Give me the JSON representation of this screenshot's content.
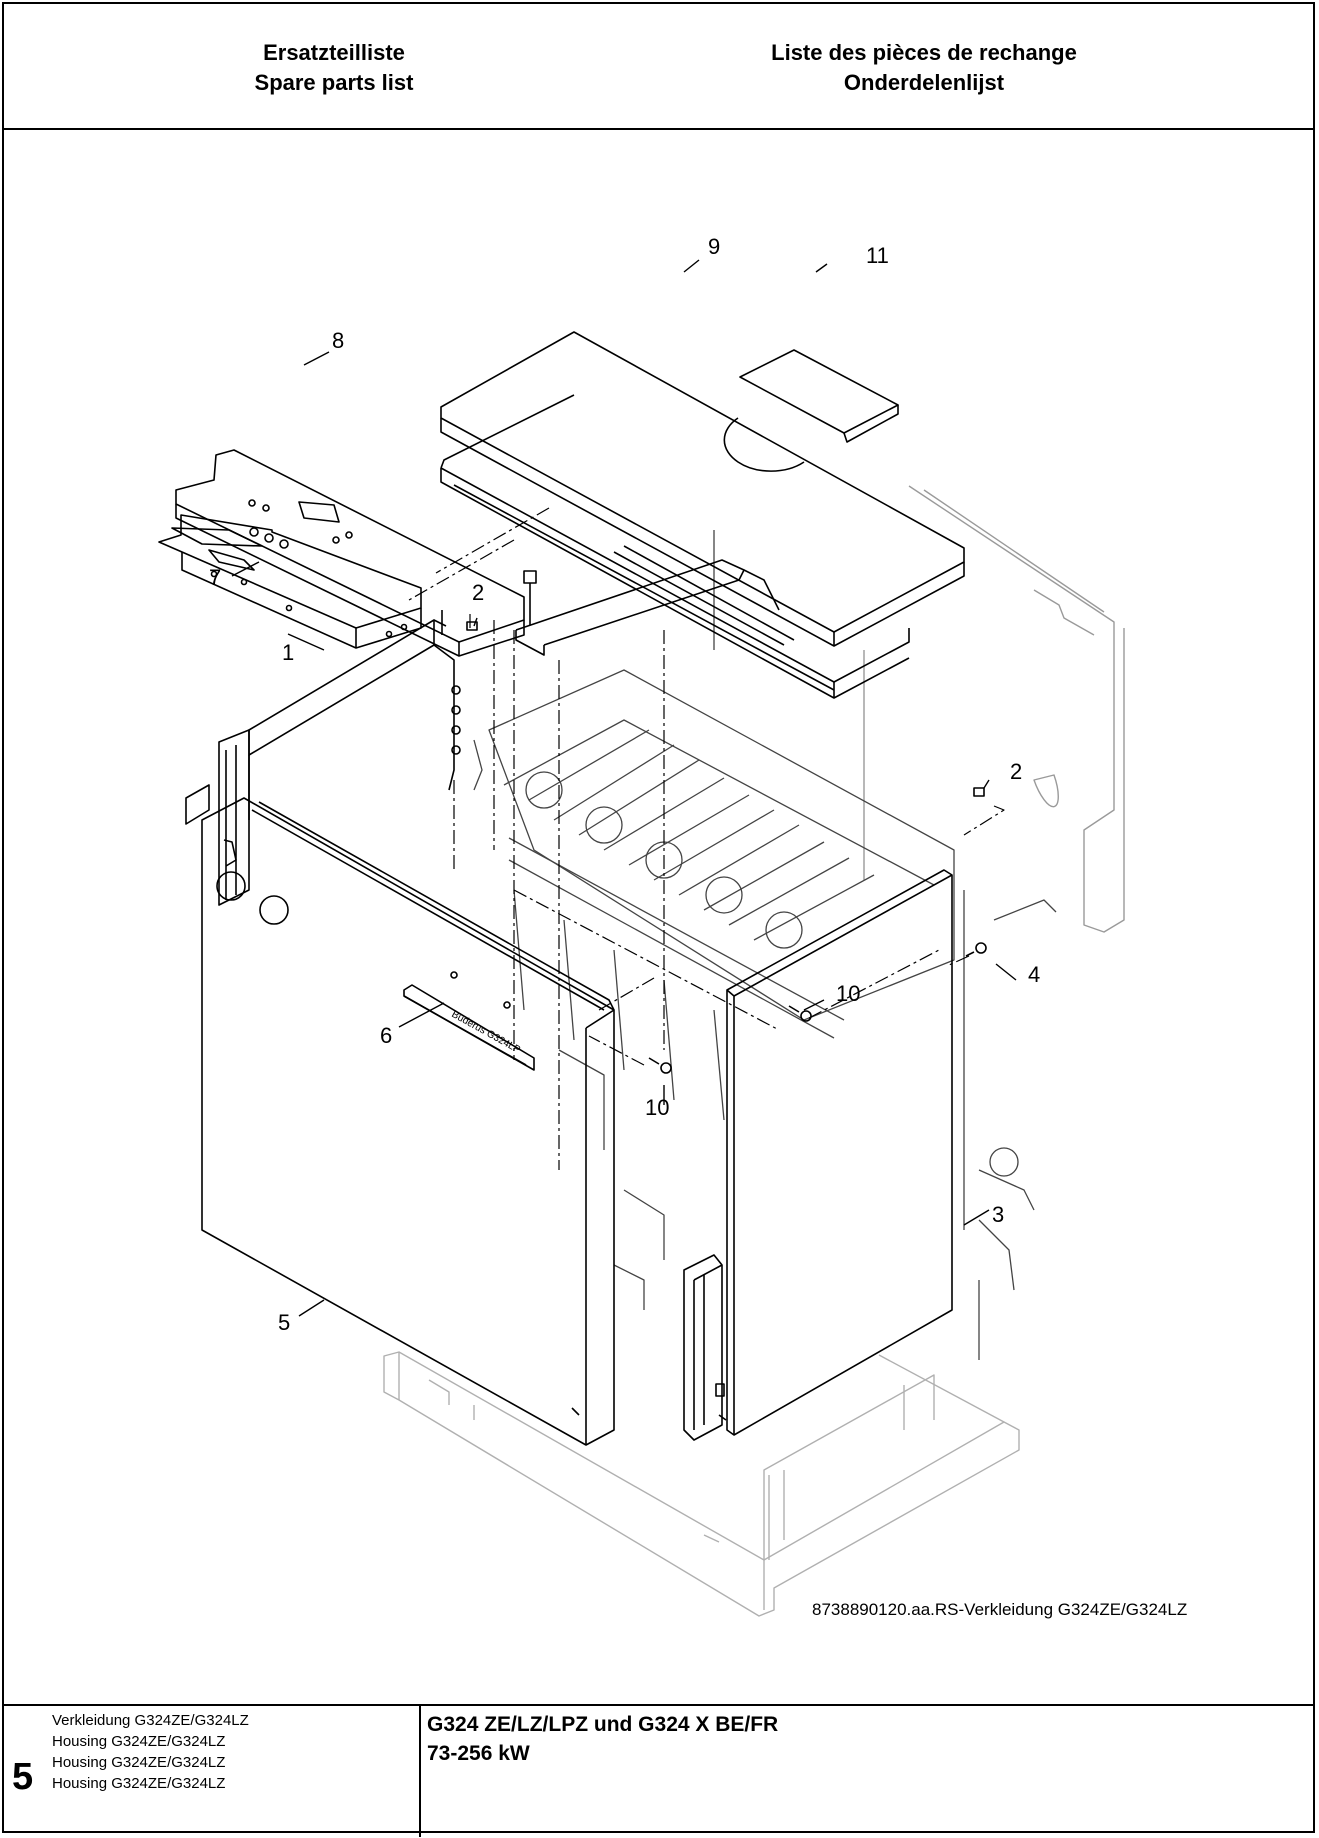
{
  "header": {
    "left_line1": "Ersatzteilliste",
    "left_line2": "Spare parts list",
    "right_line1": "Liste des pièces de rechange",
    "right_line2": "Onderdelenlijst"
  },
  "drawing": {
    "callouts": {
      "c1": "1",
      "c2a": "2",
      "c2b": "2",
      "c3": "3",
      "c4": "4",
      "c5": "5",
      "c6": "6",
      "c7": "7",
      "c8": "8",
      "c9": "9",
      "c10a": "10",
      "c10b": "10",
      "c11": "11"
    },
    "nameplate_text": "Buderus G324LP",
    "drawing_id": "8738890120.aa.RS-Verkleidung G324ZE/G324LZ"
  },
  "footer": {
    "page_number": "5",
    "descriptions": [
      "Verkleidung G324ZE/G324LZ",
      "Housing G324ZE/G324LZ",
      "Housing G324ZE/G324LZ",
      "Housing G324ZE/G324LZ"
    ],
    "model_line1": "G324 ZE/LZ/LPZ und G324 X BE/FR",
    "model_line2": "73-256 kW"
  }
}
